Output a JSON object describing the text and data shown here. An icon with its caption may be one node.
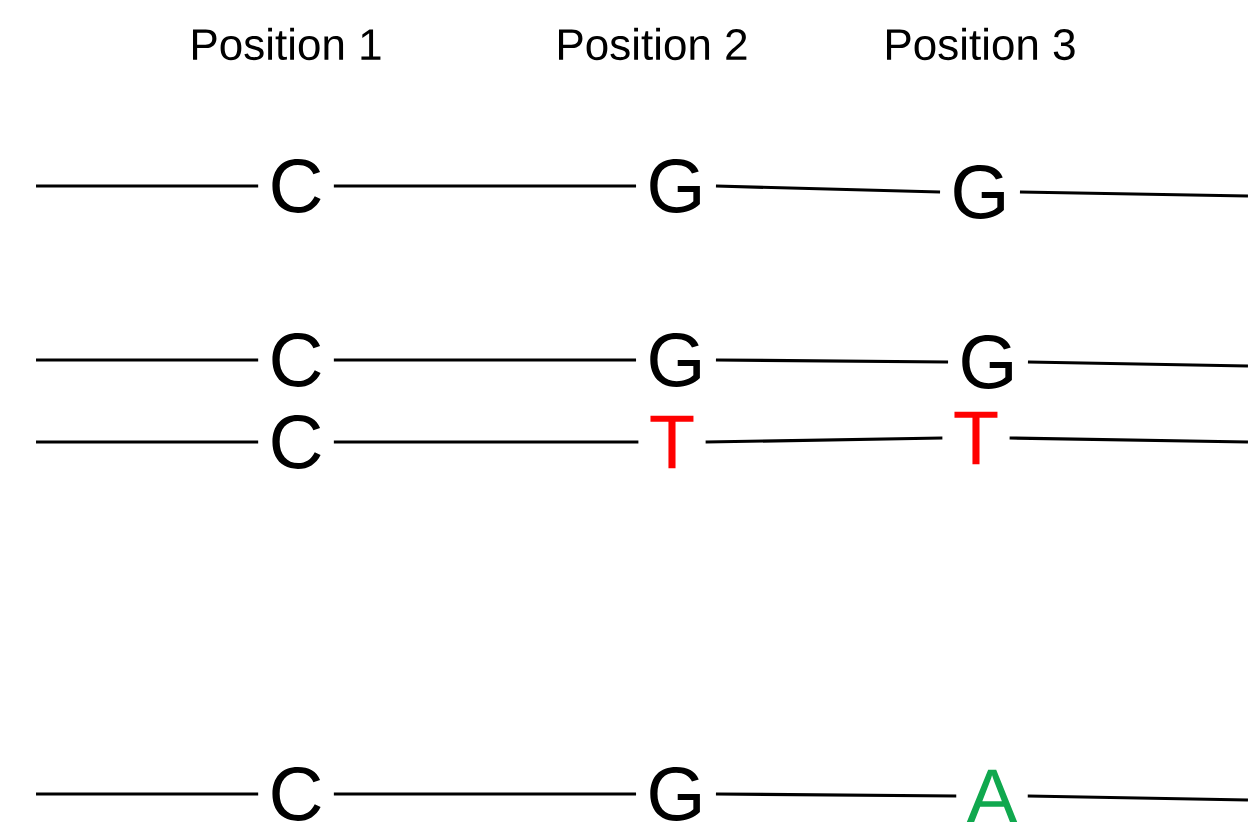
{
  "diagram": {
    "nodes": [
      {
        "text": [
          "C"
        ]
      },
      {
        "text": [
          "G"
        ]
      },
      {
        "text": [
          "G"
        ]
      },
      {
        "text": [
          "C"
        ]
      },
      {
        "text": [
          "G"
        ]
      },
      {
        "text": [
          "G"
        ]
      },
      {
        "text": [
          "C"
        ]
      },
      {
        "text": [
          "T"
        ]
      },
      {
        "text": [
          "T"
        ]
      },
      {
        "text": [
          "C"
        ]
      },
      {
        "text": [
          "G"
        ]
      },
      {
        "text": [
          "A"
        ]
      }
    ],
    "edges": [
      {
        "from": null,
        "to": 0,
        "arrow": "none"
      },
      {
        "from": 0,
        "to": 1,
        "arrow": "none"
      },
      {
        "from": 1,
        "to": 2,
        "arrow": "none"
      },
      {
        "from": 2,
        "to": null,
        "arrow": "none"
      },
      {
        "from": null,
        "to": 3,
        "arrow": "none"
      },
      {
        "from": 3,
        "to": 4,
        "arrow": "none"
      },
      {
        "from": 4,
        "to": 5,
        "arrow": "none"
      },
      {
        "from": 5,
        "to": null,
        "arrow": "none"
      },
      {
        "from": null,
        "to": 6,
        "arrow": "none"
      },
      {
        "from": 6,
        "to": 7,
        "arrow": "none"
      },
      {
        "from": 7,
        "to": 8,
        "arrow": "none"
      },
      {
        "from": 8,
        "to": null,
        "arrow": "none"
      },
      {
        "from": null,
        "to": 9,
        "arrow": "none"
      },
      {
        "from": 9,
        "to": 10,
        "arrow": "none"
      },
      {
        "from": 10,
        "to": 11,
        "arrow": "none"
      },
      {
        "from": 11,
        "to": null,
        "arrow": "none"
      }
    ],
    "labels": [
      "Position 1",
      "Position 2",
      "Position 3"
    ]
  }
}
